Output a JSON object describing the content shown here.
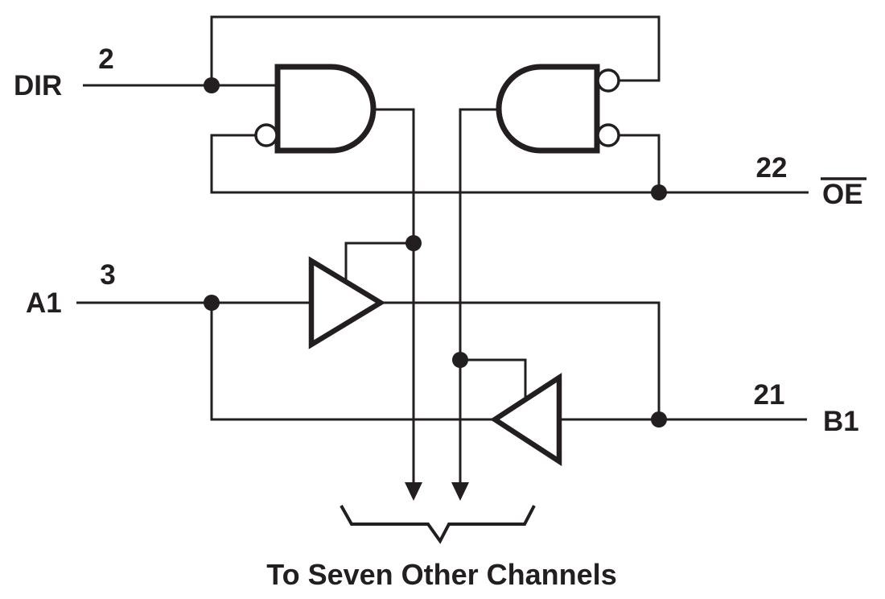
{
  "figure": {
    "colors": {
      "ink": "#231f20",
      "background": "#ffffff"
    },
    "caption": "To Seven Other Channels",
    "pins": {
      "dir": {
        "label": "DIR",
        "number": "2"
      },
      "a1": {
        "label": "A1",
        "number": "3"
      },
      "oe": {
        "label": "OE",
        "number": "22",
        "overline": true
      },
      "b1": {
        "label": "B1",
        "number": "21"
      }
    },
    "components": {
      "gate_left": "and-gate-inverted-input",
      "gate_right": "and-gate-inverted-inputs",
      "buffer_a_to_b": "tri-state-buffer-right",
      "buffer_b_to_a": "tri-state-buffer-left"
    }
  }
}
